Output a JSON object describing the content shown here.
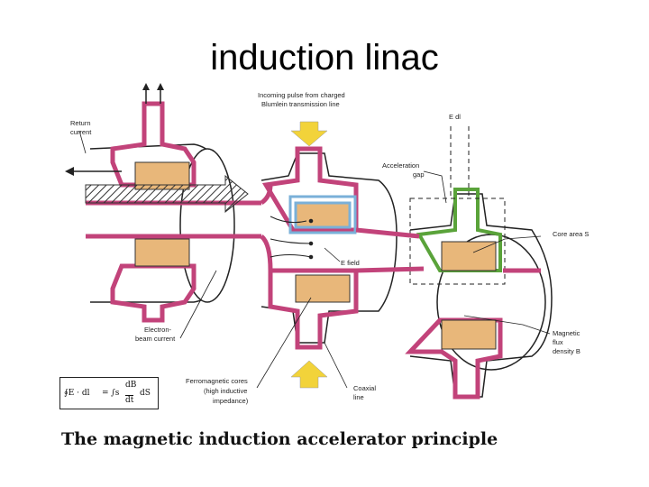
{
  "slide": {
    "title": "induction linac"
  },
  "figure": {
    "caption": "The magnetic induction accelerator principle",
    "labels": {
      "incoming_pulse_1": "Incoming pulse from charged",
      "incoming_pulse_2": "Blumlein transmission line",
      "return_current_1": "Return",
      "return_current_2": "current",
      "acceleration_gap_1": "Acceleration",
      "acceleration_gap_2": "gap",
      "e_dl": "E   dl",
      "core_area": "Core area S",
      "e_field": "E field",
      "electron_beam_1": "Electron-",
      "electron_beam_2": "beam current",
      "ferro_1": "Ferromagnetic cores",
      "ferro_2": "(high inductive",
      "ferro_3": "impedance)",
      "coaxial_1": "Coaxial",
      "coaxial_2": "line",
      "magnetic_1": "Magnetic",
      "magnetic_2": "flux",
      "magnetic_3": "density B"
    },
    "formula": {
      "lhs": "∮E · dl",
      "equals": "=",
      "integral": "∫s",
      "num": "dB",
      "den": "dt",
      "rhs": "dS"
    },
    "colors": {
      "housing": "#c2437a",
      "core": "#e8b77a",
      "highlight_blue": "#7ab0d8",
      "highlight_green": "#5aa33a",
      "arrow_yellow": "#f2d33a"
    }
  }
}
